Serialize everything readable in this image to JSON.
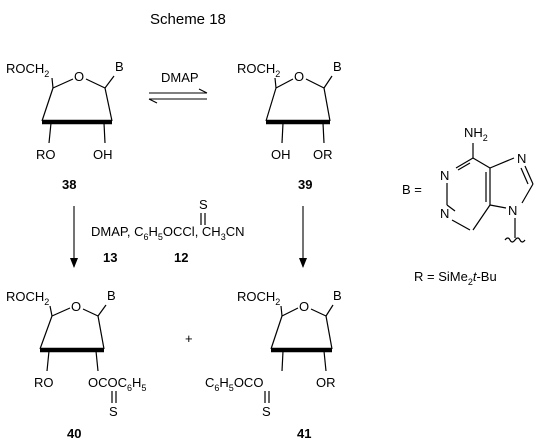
{
  "scheme_title": "Scheme 18",
  "compounds": {
    "c38": {
      "number": "38",
      "top_group": "ROCH",
      "top_group_sub": "2",
      "base": "B",
      "left_sub": "RO",
      "right_sub": "OH"
    },
    "c39": {
      "number": "39",
      "top_group": "ROCH",
      "top_group_sub": "2",
      "base": "B",
      "left_sub": "OH",
      "right_sub": "OR"
    },
    "c40": {
      "number": "40",
      "top_group": "ROCH",
      "top_group_sub": "2",
      "base": "B",
      "left_sub": "RO",
      "ester_a": "OCOC",
      "ester_sub1": "6",
      "ester_b": "H",
      "ester_sub2": "5",
      "thione": "S"
    },
    "c41": {
      "number": "41",
      "top_group": "ROCH",
      "top_group_sub": "2",
      "base": "B",
      "right_sub": "OR",
      "ester_a": "C",
      "ester_sub1": "6",
      "ester_b": "H",
      "ester_sub2": "5",
      "ester_c": "OCO",
      "thione": "S"
    }
  },
  "equilibrium_label": "DMAP",
  "reagents": {
    "part1": "DMAP, C",
    "sub1": "6",
    "part2": "H",
    "sub2": "5",
    "part3": "OCCl, CH",
    "sub3": "3",
    "part4": "CN",
    "thione": "S",
    "label_dmap_num": "13",
    "label_reagent_num": "12"
  },
  "plus_sign": "+",
  "base_definition": {
    "prefix": "B =",
    "nh2_n": "NH",
    "nh2_sub": "2",
    "ring_atom": "N"
  },
  "r_definition": {
    "prefix": "R = SiMe",
    "sub": "2",
    "italic_t": "t",
    "suffix": "-Bu"
  }
}
